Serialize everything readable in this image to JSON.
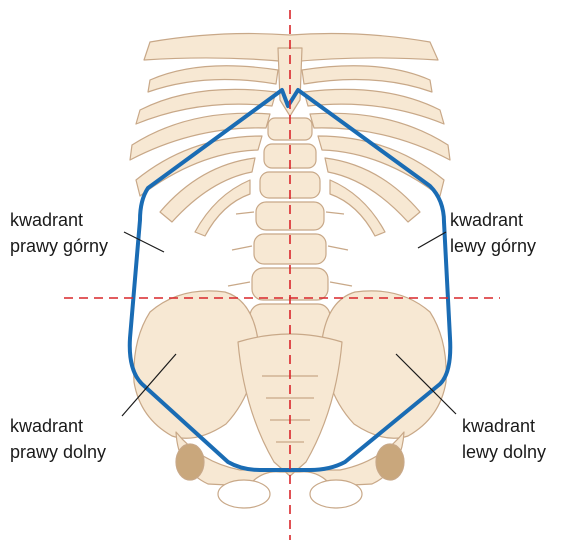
{
  "labels": {
    "upper_right": {
      "line1": "kwadrant",
      "line2": "prawy górny"
    },
    "upper_left": {
      "line1": "kwadrant",
      "line2": "lewy górny"
    },
    "lower_right": {
      "line1": "kwadrant",
      "line2": "prawy dolny"
    },
    "lower_left": {
      "line1": "kwadrant",
      "line2": "lewy dolny"
    }
  },
  "colors": {
    "quadrant_outline": "#1a6cb4",
    "dividing_lines": "#d9262a",
    "bone_fill": "#f7e8d3",
    "bone_outline": "#c8a888",
    "leader_lines": "#1a1a1a"
  }
}
